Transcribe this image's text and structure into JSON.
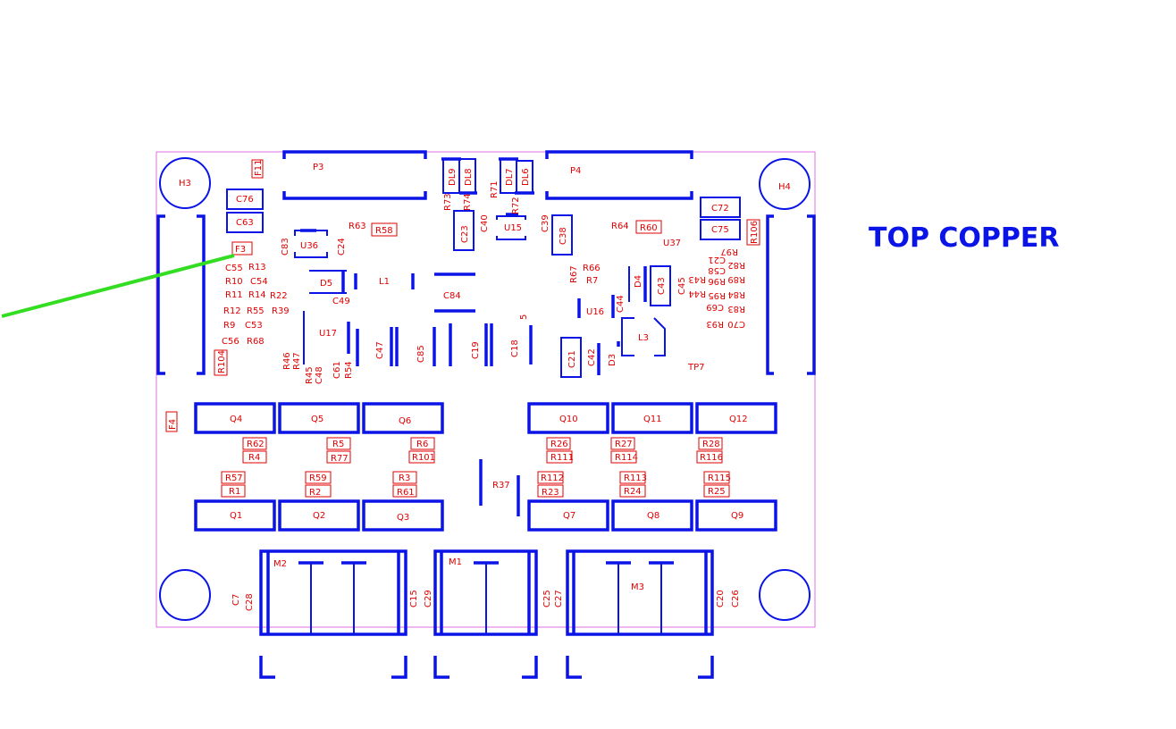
{
  "title": "TOP COPPER",
  "colors": {
    "copper": "#0a14e6",
    "silkscreen": "#e00000",
    "outline": "#e070e0",
    "marker": "#33dd22"
  },
  "labels": {
    "H3": "H3",
    "H4": "H4",
    "F11": "F11",
    "F3": "F3",
    "F4": "F4",
    "P3": "P3",
    "P4": "P4",
    "DL9": "DL9",
    "DL8": "DL8",
    "DL7": "DL7",
    "DL6": "DL6",
    "R73": "R73",
    "R74": "R74",
    "R71": "R71",
    "R72": "R72",
    "C76": "C76",
    "C63": "C63",
    "C72": "C72",
    "C75": "C75",
    "R106": "R106",
    "C83": "C83",
    "U36": "U36",
    "C24": "C24",
    "R63": "R63",
    "R58": "R58",
    "C23": "C23",
    "C40": "C40",
    "U15": "U15",
    "C39": "C39",
    "C38": "C38",
    "R64": "R64",
    "R60": "R60",
    "U37": "U37",
    "R97": "R97",
    "C55": "C55",
    "R13": "R13",
    "R10": "R10",
    "C54": "C54",
    "R11": "R11",
    "R14": "R14",
    "R22": "R22",
    "R12": "R12",
    "R55": "R55",
    "R39": "R39",
    "R9": "R9",
    "C53": "C53",
    "C56": "C56",
    "R68": "R68",
    "D5": "D5",
    "L1": "L1",
    "C49": "C49",
    "C84": "C84",
    "R67": "R67",
    "R66": "R66",
    "R7": "R7",
    "D4": "D4",
    "C43": "C43",
    "C45": "C45",
    "R82": "R82",
    "C21b": "C21",
    "C58": "C58",
    "R43": "R43",
    "R89": "R89",
    "R96": "R96",
    "R84": "R84",
    "R95": "R95",
    "R44": "R44",
    "R83": "R83",
    "C69": "C69",
    "C70": "C70",
    "R93": "R93",
    "U16": "U16",
    "C44": "C44",
    "L3": "L3",
    "five": "5",
    "U17": "U17",
    "C47": "C47",
    "C85": "C85",
    "C19": "C19",
    "C18": "C18",
    "C21": "C21",
    "C42": "C42",
    "D3": "D3",
    "TP7": "TP7",
    "R104": "R104",
    "R46": "R46",
    "R47": "R47",
    "R45": "R45",
    "C48": "C48",
    "C61": "C61",
    "R54": "R54",
    "Q4": "Q4",
    "Q5": "Q5",
    "Q6": "Q6",
    "Q10": "Q10",
    "Q11": "Q11",
    "Q12": "Q12",
    "R62": "R62",
    "R5": "R5",
    "R6": "R6",
    "R26": "R26",
    "R27": "R27",
    "R28": "R28",
    "R4": "R4",
    "R77": "R77",
    "R101": "R101",
    "R111": "R111",
    "R114": "R114",
    "R116": "R116",
    "R57": "R57",
    "R59": "R59",
    "R3": "R3",
    "R112": "R112",
    "R113": "R113",
    "R115": "R115",
    "R1": "R1",
    "R2": "R2",
    "R61": "R61",
    "R23": "R23",
    "R24": "R24",
    "R25": "R25",
    "R37": "R37",
    "Q1": "Q1",
    "Q2": "Q2",
    "Q3": "Q3",
    "Q7": "Q7",
    "Q8": "Q8",
    "Q9": "Q9",
    "M2": "M2",
    "M1": "M1",
    "M3": "M3",
    "C7": "C7",
    "C28": "C28",
    "C15": "C15",
    "C29": "C29",
    "C25": "C25",
    "C27": "C27",
    "C20": "C20",
    "C26": "C26"
  }
}
